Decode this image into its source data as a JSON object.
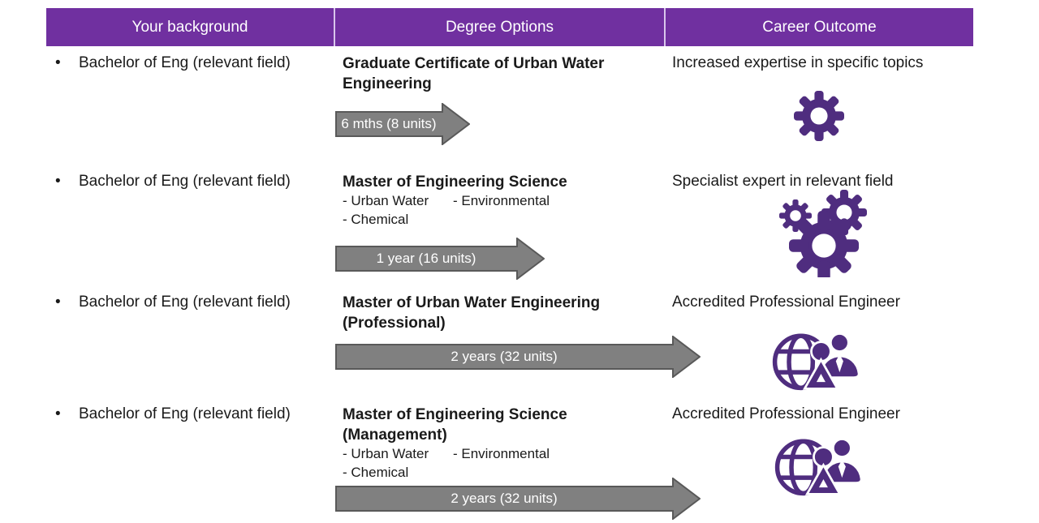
{
  "header": {
    "columns": [
      {
        "label": "Your background"
      },
      {
        "label": "Degree Options"
      },
      {
        "label": "Career Outcome"
      }
    ]
  },
  "colors": {
    "header_purple": "#7030A0",
    "icon_purple": "#4F2D7F",
    "arrow_fill": "#808080",
    "arrow_border": "#595959",
    "arrow_text": "#ffffff"
  },
  "rows": [
    {
      "bullet": "•",
      "background": "Bachelor of Eng (relevant field)",
      "degree": "Graduate Certificate of Urban Water Engineering",
      "duration": "6 mths (8 units)",
      "outcome": "Increased expertise in specific topics",
      "icon": "gear-icon"
    },
    {
      "bullet": "•",
      "background": "Bachelor of Eng (relevant field)",
      "degree": "Master of Engineering Science",
      "spec_1": "- Urban Water",
      "spec_2": "- Environmental",
      "spec_3": "- Chemical",
      "duration": "1 year (16 units)",
      "outcome": "Specialist expert in relevant field",
      "icon": "gears-icon"
    },
    {
      "bullet": "•",
      "background": "Bachelor of Eng (relevant field)",
      "degree": "Master of Urban Water Engineering (Professional)",
      "duration": "2 years (32 units)",
      "outcome": "Accredited Professional Engineer",
      "icon": "globe-users-icon"
    },
    {
      "bullet": "•",
      "background": "Bachelor of Eng (relevant field)",
      "degree": "Master of Engineering Science (Management)",
      "spec_1": "- Urban Water",
      "spec_2": "- Environmental",
      "spec_3": "- Chemical",
      "duration": "2 years (32 units)",
      "outcome": "Accredited Professional Engineer",
      "icon": "globe-users-icon"
    }
  ]
}
